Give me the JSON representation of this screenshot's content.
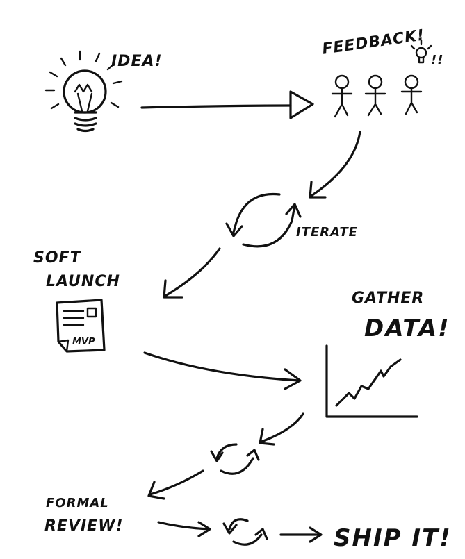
{
  "labels": {
    "idea": "IDEA!",
    "feedback": "FEEDBACK!",
    "iterate": "ITERATE",
    "soft_launch_1": "SOFT",
    "soft_launch_2": "LAUNCH",
    "gather_1": "GATHER",
    "gather_2": "DATA!",
    "formal_1": "FORMAL",
    "formal_2": "REVIEW!",
    "ship": "SHIP IT!",
    "mvp": "MVP",
    "exclaim": "!!"
  },
  "icons": [
    "lightbulb-icon",
    "stick-figure-icon",
    "cycle-arrows-icon",
    "document-icon",
    "line-chart-icon",
    "arrow-icon"
  ]
}
